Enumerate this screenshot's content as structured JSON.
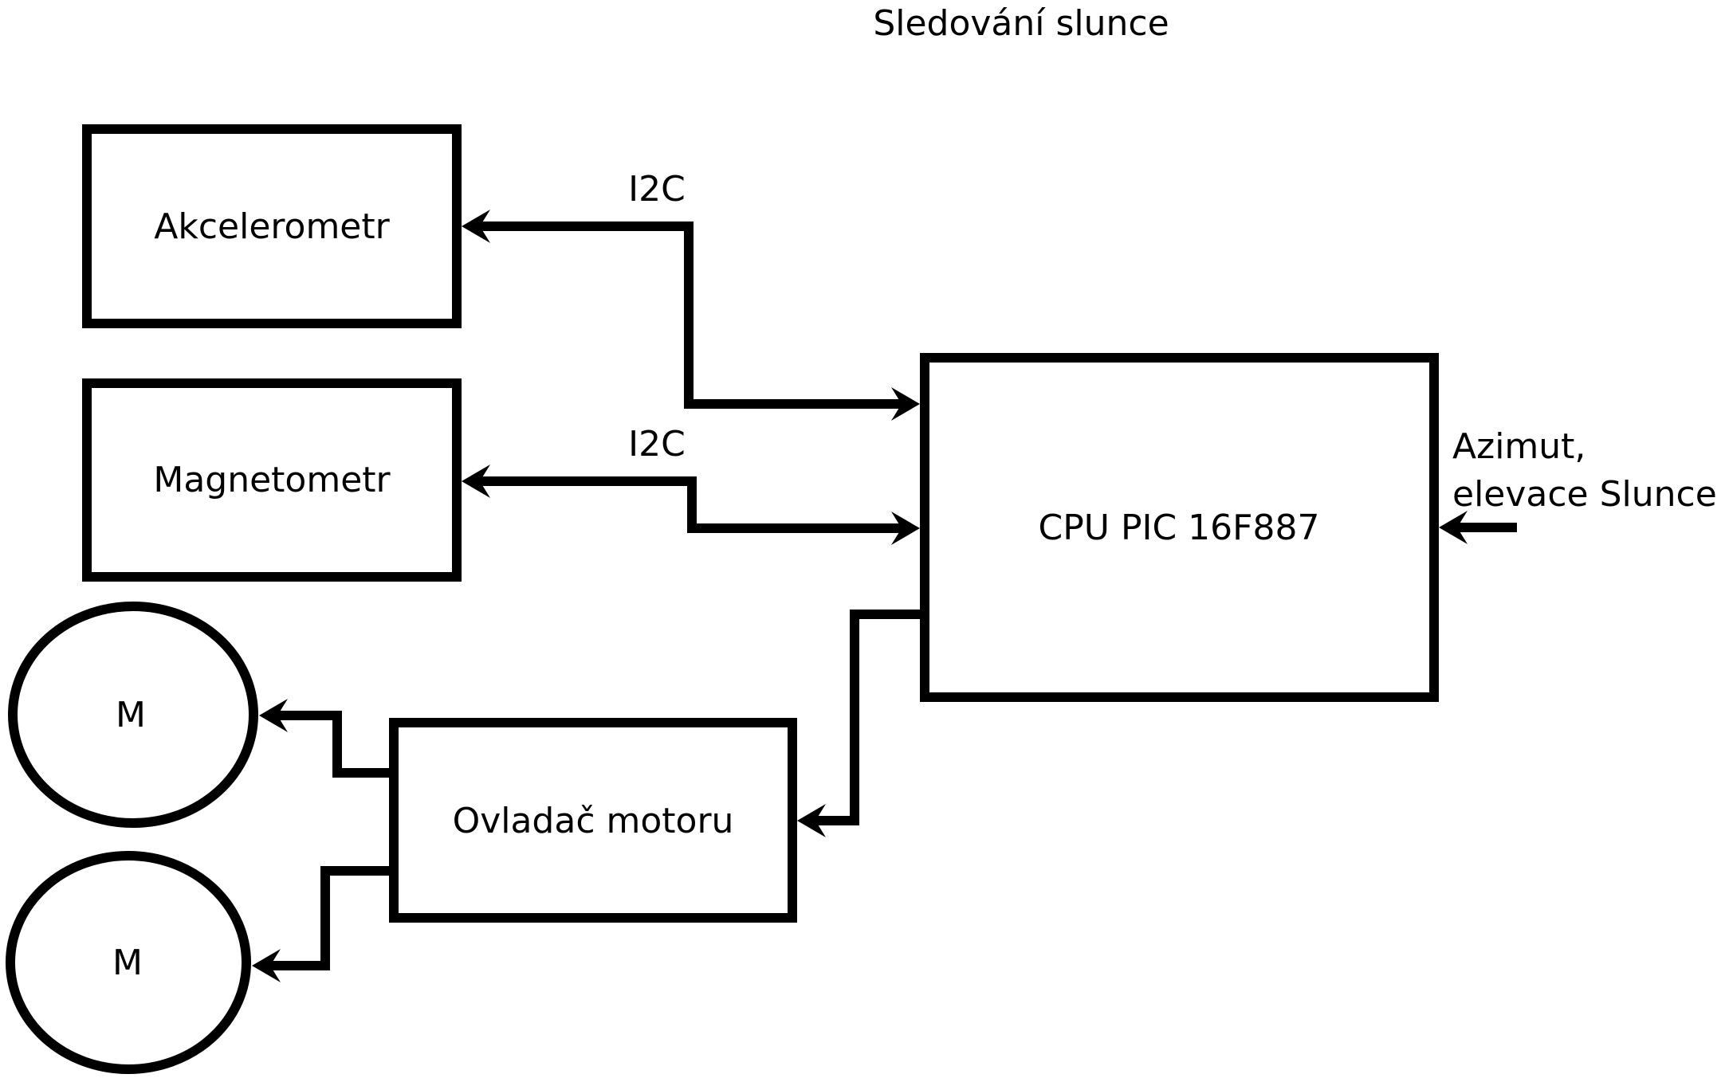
{
  "title": "Sledování slunce",
  "blocks": {
    "akcelerometr": {
      "label": "Akcelerometr"
    },
    "magnetometr": {
      "label": "Magnetometr"
    },
    "cpu": {
      "label": "CPU PIC 16F887"
    },
    "ovladac_motoru": {
      "label": "Ovladač motoru"
    },
    "motor_1": {
      "label": "M"
    },
    "motor_2": {
      "label": "M"
    }
  },
  "labels": {
    "i2c_akcelerometr": "I2C",
    "i2c_magnetometr": "I2C",
    "azimut_line_1": "Azimut,",
    "azimut_line_2": "elevace Slunce"
  },
  "colors": {
    "ink": "#000000",
    "background": "#ffffff"
  }
}
